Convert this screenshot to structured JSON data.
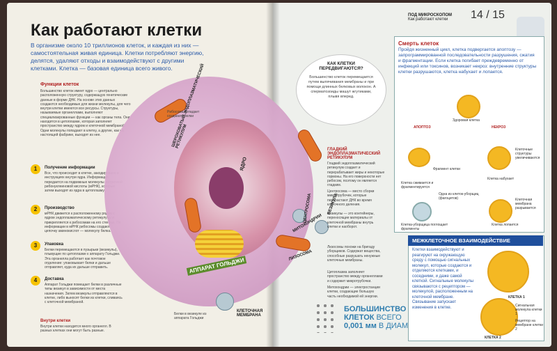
{
  "left": {
    "title": "Как работают клетки",
    "intro": "В организме около 10 триллионов клеток, и каждая из них — самостоятельная живая единица. Клетки потребляют энергию, делятся, удаляют отходы и взаимодействуют с другими клетками. Клетка — базовая единица всего живого.",
    "functions_header": "Функции клеток",
    "functions_text": "Большинство клеток имеет ядро — центрально расположенную структуру, содержащую генетические данные в форме ДНК. На основе этих данных создаются необходимые для жизни молекулы, для чего внутри клетки имеются все ресурсы. Структуры, называемые органеллами, выполняют специализированные функции — как органы тела. Они находятся в цитоплазме, которая заполняет пространство между ядром и клеточной мембраной. Одни молекулы попадают в клетку, а другие, как на настоящей фабрике, выходят из нее.",
    "steps": [
      {
        "n": "1",
        "h": "Получение информации",
        "t": "Все, что происходит в клетке, закодировано в инструкциях внутри ядра. Информация передается на подвижные молекулы матричной рибонуклеиновой кислоты (мРНК), которые затем выходят из ядра в цитоплазму."
      },
      {
        "n": "2",
        "h": "Производство",
        "t": "мРНК движется к расположенному рядом с ядром эндоплазматическому ретикулуму и прикрепляется к рибосомам на его стенках. По информации в мРНК рибосомы создают цепочку аминокислот — молекулу белка."
      },
      {
        "n": "3",
        "h": "Упаковка",
        "t": "Белки перемещаются в пузырьки (везикулы), плывущие по цитоплазме к аппарату Гольджи. Эта органелла работает как почтовое отделение: упаковывает белки и дальше отправляет, куда их дальше отправить."
      },
      {
        "n": "4",
        "h": "Доставка",
        "t": "Аппарат Гольджи помещает белки в различные типы везикул в зависимости от места назначения. Затем везикулы отправляются в клетке, либо выносят белки из клетки, сливаясь с клеточной мембраной."
      }
    ],
    "organelles_header": "Внутри клетки",
    "organelles_text": "Внутри клетки находится много органелл. В разных клетках они могут быть разные.",
    "labels": {
      "er_rough": "ШЕРОХОВАТЫЙ ЭНДОПЛАЗМАТИЧЕСКИЙ РЕТИКУЛУМ",
      "nucleus": "ЯДРО",
      "golgi": "АППАРАТ ГОЛЬДЖИ",
      "membrane": "КЛЕТОЧНАЯ МЕМБРАНА",
      "ribosome_note": "Рибосома попадает создавать белки",
      "vesicle_note": "Белки в везикуле из аппарата Гольджи"
    }
  },
  "center": {
    "er_smooth": "ГЛАДКИЙ ЭНДОПЛАЗМАТИЧЕСКИЙ РЕТИКУЛУМ",
    "er_smooth_text": "Гладкий эндоплазматический ретикулум создает и перерабатывает жиры и некоторые гормоны. На его поверхности нет рибосом, поэтому он является гладким.",
    "centrosome": "ЦЕНТРОСОМА",
    "centrosome_text": "Центросома — место сборки микротрубочек, которые перерастают ДНК во время клеточного деления.",
    "mitochondria": "МИТОХОНДРИИ",
    "vesicle": "ВЕЗИКУЛА",
    "vesicle_text": "Везикулы — это контейнеры, переносящие материалы от клеточной мембраны внутрь клетки и наоборот.",
    "lysosome": "ЛИЗОСОМА",
    "lysosome_text": "Лизосомы похожи на бригаду уборщиков. Содержат вещества, способные разрушать ненужные клеточные мембраны.",
    "cytoplasm_text": "Цитоплазма заполняет пространство между органеллами и содержит микротрубочки.",
    "mito_text": "Митохондрии — электростанции клетки, создающие большую часть необходимой ей энергии.",
    "badge_title": "КАК КЛЕТКИ ПЕРЕДВИГАЮТСЯ?",
    "badge_text": "Большинство клеток перемещается путем выпячивания мембраны и при помощи длинных белковых волокон. А сперматозоиды машут жгутиками, плывя вперед.",
    "big_a": "БОЛЬШИНСТВО",
    "big_b": "КЛЕТОК",
    "big_c": "ВСЕГО",
    "big_d": "0,001 мм",
    "big_e": "В ДИАМЕТРЕ"
  },
  "right": {
    "header_top": "ПОД МИКРОСКОПОМ",
    "header_sub": "Как работают клетки",
    "page": "14 / 15",
    "death_title": "Смерть клеток",
    "death_text": "Пройдя жизненный цикл, клетка подвергается апоптозу — запрограммированной последовательности разрушения, сжатия и фрагментации. Если клетка погибает преждевременно от инфекций или токсинов, возникает некроз: внутренние структуры клетки разрушаются, клетка набухает и лопается.",
    "healthy": "Здоровая клетка",
    "apoptosis": "АПОПТОЗ",
    "necrosis": "НЕКРОЗ",
    "swollen": "Клеточные структуры увеличиваются",
    "fragment": "Фрагмент клетки",
    "shrinks": "Клетка сжимается и фрагментируется",
    "swells": "Клетка набухает",
    "phagocyte": "Одна из клеток-уборщиц (фагоцитов)",
    "membrane_breaks": "Клеточная мембрана разрывается",
    "absorbs": "Клетка-уборщица поглощает фрагменты",
    "bursts": "Клетка лопается",
    "interaction_title": "МЕЖКЛЕТОЧНОЕ ВЗАИМОДЕЙСТВИЕ",
    "interaction_text": "Клетки взаимодействуют и реагируют на окружающую среду с помощью сигнальных молекул, которые создаются и отделяются клетками, и соседними, и даже самой клеткой. Сигнальные молекулы связываются с рецептором — молекулой, расположенным на клеточной мембране. Связывание запускает изменения в клетке.",
    "cell1": "КЛЕТКА 1",
    "cell2": "КЛЕТКА 2",
    "signal": "Сигнальная молекула клетки 1",
    "receptor": "Рецептор на мембране клетки 2"
  }
}
